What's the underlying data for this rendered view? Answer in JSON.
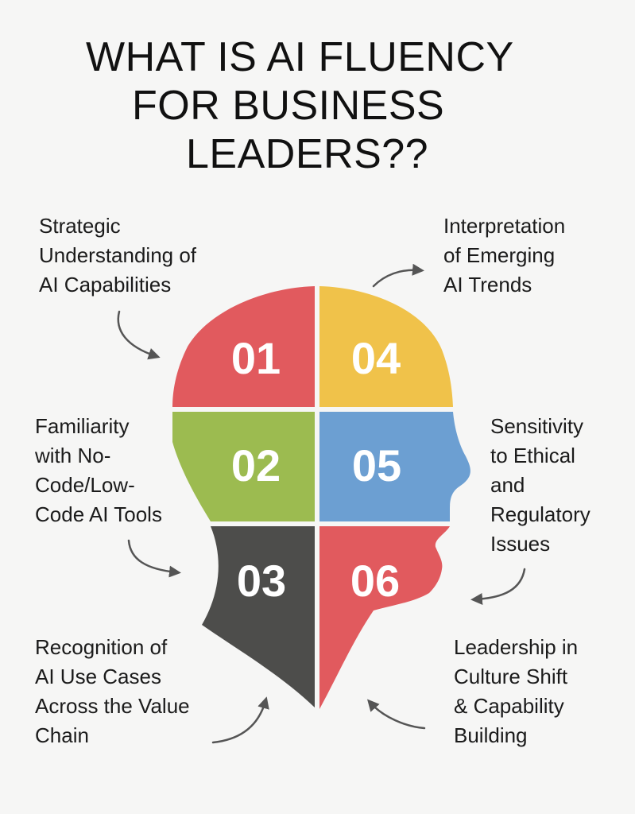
{
  "title": {
    "lines": [
      "WHAT IS AI FLUENCY",
      "FOR BUSINESS",
      "LEADERS??"
    ]
  },
  "colors": {
    "red": "#e15a5e",
    "yellow": "#f0c24a",
    "green": "#9cbb50",
    "blue": "#6c9fd2",
    "dark": "#4d4d4b",
    "arrow": "#555555",
    "background": "#f6f6f5"
  },
  "segments": [
    {
      "number": "01",
      "color": "red",
      "caption": [
        "Strategic",
        "Understanding of",
        "AI Capabilities"
      ]
    },
    {
      "number": "02",
      "color": "green",
      "caption": [
        "Familiarity",
        "with No-",
        "Code/Low-",
        "Code AI Tools"
      ]
    },
    {
      "number": "03",
      "color": "dark",
      "caption": [
        "Recognition of",
        "AI Use Cases",
        "Across the Value",
        "Chain"
      ]
    },
    {
      "number": "04",
      "color": "yellow",
      "caption": [
        "Interpretation",
        "of Emerging",
        "AI Trends"
      ]
    },
    {
      "number": "05",
      "color": "blue",
      "caption": [
        "Sensitivity",
        "to Ethical",
        "and",
        "Regulatory",
        "Issues"
      ]
    },
    {
      "number": "06",
      "color": "red",
      "caption": [
        "Leadership in",
        "Culture Shift",
        "& Capability",
        "Building"
      ]
    }
  ]
}
